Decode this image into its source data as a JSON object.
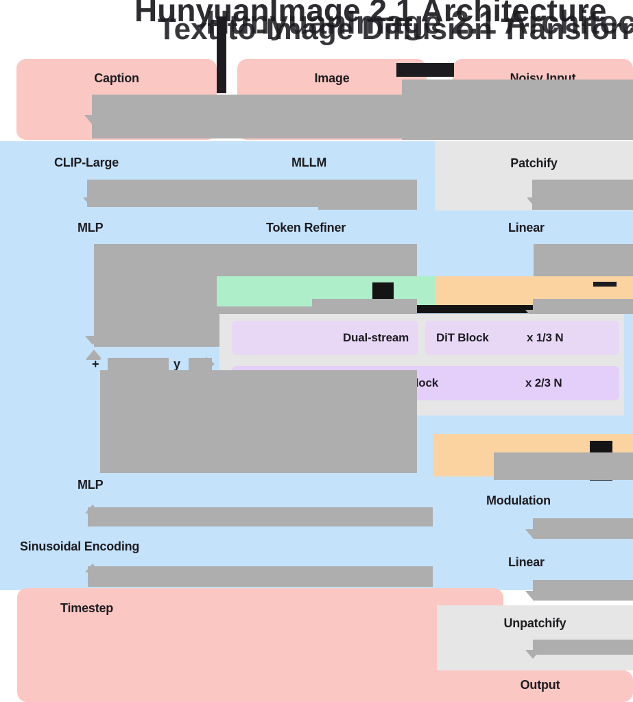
{
  "diagram": {
    "title": "HunyuanImage 2.1 Architecture",
    "subtitle": "Text-to-Image Diffusion Transformer"
  },
  "inputs": {
    "caption": "Caption",
    "image": "Image",
    "noisy_input": "Noisy Input",
    "timestep": "Timestep"
  },
  "encoders": {
    "clip_large": "CLIP-Large",
    "mllm": "MLLM",
    "patchify": "Patchify",
    "mlp_text": "MLP",
    "token_refiner": "Token Refiner",
    "linear_in": "Linear"
  },
  "conditioning": {
    "plus": "+",
    "y_label": "y",
    "mlp_time": "MLP",
    "sinusoidal": "Sinusoidal Encoding",
    "modulation": "Modulation"
  },
  "backbone": {
    "dual_stream": "Dual-stream",
    "dual_stream_block": "DiT Block",
    "dual_stream_count": "x 1/3 N",
    "single_stream_block": "Single-stream DiT Block",
    "single_stream_count": "x 2/3 N"
  },
  "outputs": {
    "linear_out": "Linear",
    "unpatchify": "Unpatchify",
    "output": "Output"
  },
  "colors": {
    "io_pink": "#fbc7c2",
    "module_blue": "#c5e2fb",
    "module_grey": "#e6e6e6",
    "text_stream_green": "#aeeec8",
    "image_stream_orange": "#fbd3a0",
    "dit_purple_light": "#e8d8f6",
    "dit_purple": "#e4cefa",
    "arrow_grey": "#aeaeae",
    "text_dark": "#1c1c20"
  }
}
